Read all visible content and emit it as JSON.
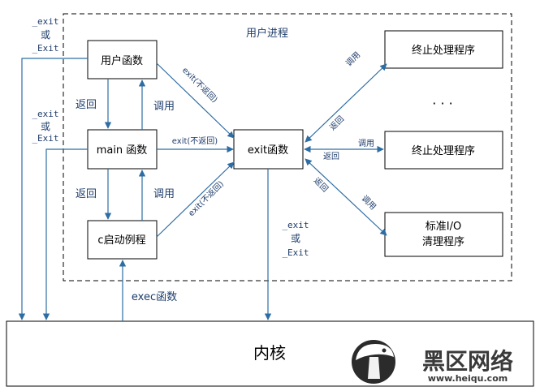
{
  "process_title": "用户进程",
  "boxes": {
    "user_func": "用户函数",
    "main_func": "main 函数",
    "c_startup": "c启动例程",
    "exit_func": "exit函数",
    "handler_1": "终止处理程序",
    "ellipsis": "· · ·",
    "handler_2": "终止处理程序",
    "stdio_line1": "标准I/O",
    "stdio_line2": "清理程序",
    "kernel": "内核"
  },
  "labels": {
    "exit_top": [
      "_exit",
      "或",
      "_Exit"
    ],
    "exit_mid": [
      "_exit",
      "或",
      "_Exit"
    ],
    "exit_bottom": [
      "_exit",
      "或",
      "_Exit"
    ],
    "return_1": "返回",
    "call_1": "调用",
    "return_2": "返回",
    "call_2": "调用",
    "exit_noreturn_1": "exit(不返回)",
    "exit_noreturn_2": "exit(不返回)",
    "exit_noreturn_3": "exit(不返回)",
    "exec": "exec函数",
    "call_h1": "调用",
    "return_h1": "返回",
    "call_h2": "调用",
    "return_h2": "返回",
    "return_h3": "返回",
    "call_h3": "调用"
  },
  "watermark": {
    "text": "黑区网络",
    "url": "www.heiqu.com"
  },
  "colors": {
    "arrow": "#2e6da4",
    "label": "#1f3d6b",
    "box_stroke": "#000000",
    "dash": "#000000"
  }
}
